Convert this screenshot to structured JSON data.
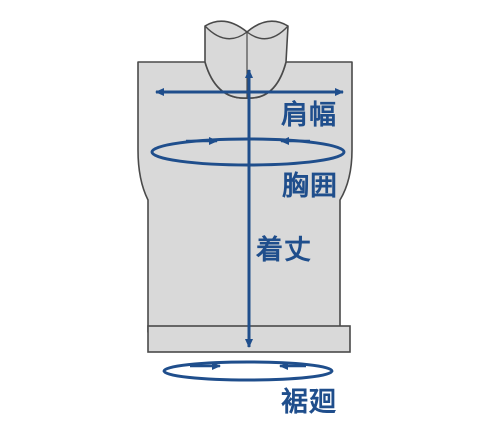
{
  "labels": {
    "shoulder_width": "肩幅",
    "chest": "胸囲",
    "length": "着丈",
    "hem": "裾廻"
  },
  "colors": {
    "garment_fill": "#d9d9d9",
    "garment_outline": "#4a4a4a",
    "measure_line": "#1f4e8c",
    "label_text": "#1f4e8c",
    "background": "#ffffff"
  }
}
